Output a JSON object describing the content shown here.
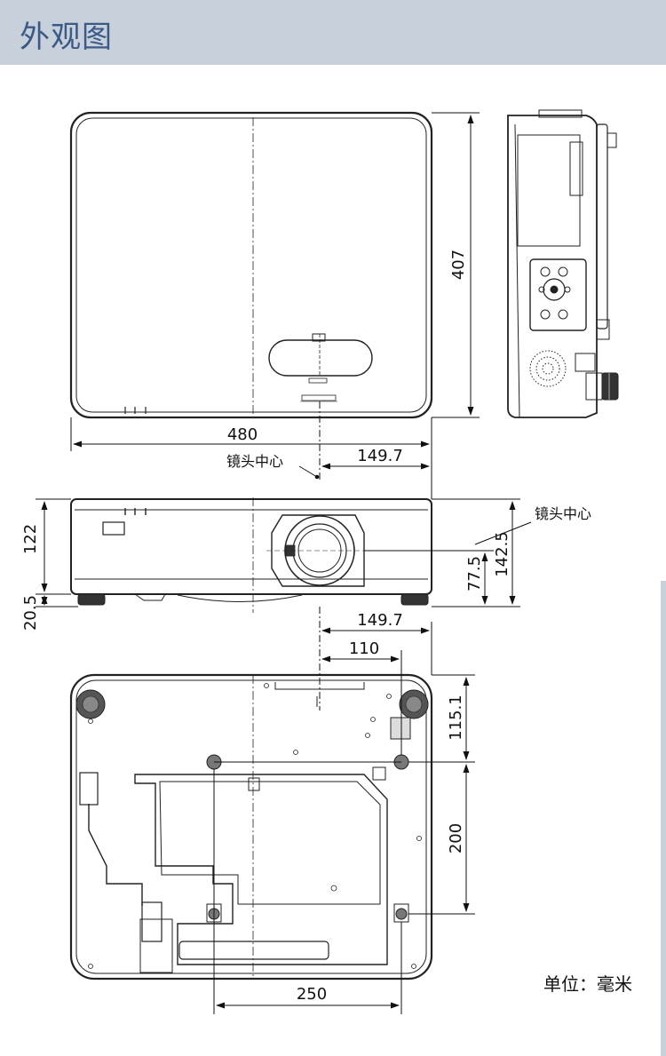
{
  "header": {
    "title": "外观图"
  },
  "labels": {
    "lens_center": "镜头中心",
    "unit": "单位：毫米"
  },
  "dimensions": {
    "height_407": "407",
    "width_480": "480",
    "offset_149_7_top": "149.7",
    "height_122": "122",
    "foot_20_5": "20.5",
    "lens_77_5": "77.5",
    "lens_142_5": "142.5",
    "offset_149_7_bottom": "149.7",
    "offset_110": "110",
    "offset_115_1": "115.1",
    "spacing_200": "200",
    "spacing_250": "250"
  },
  "colors": {
    "header_bg": "#c7d0db",
    "title_color": "#3b5a86",
    "line": "#111111"
  }
}
